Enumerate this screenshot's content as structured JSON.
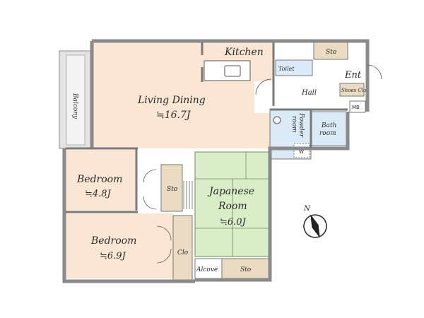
{
  "rooms": {
    "living": {
      "label": "Living Dining",
      "size": "≒16.7J"
    },
    "kitchen": {
      "label": "Kitchen"
    },
    "bedroom1": {
      "label": "Bedroom",
      "size": "≒4.8J"
    },
    "bedroom2": {
      "label": "Bedroom",
      "size": "≒6.9J"
    },
    "japanese": {
      "label_line1": "Japanese",
      "label_line2": "Room",
      "size": "≒6.0J"
    },
    "balcony": {
      "label": "Balcony"
    },
    "hall": {
      "label": "Hall"
    },
    "entrance": {
      "label": "Ent"
    },
    "toilet": {
      "label": "Toilet"
    },
    "powder": {
      "label_line1": "Powder",
      "label_line2": "room"
    },
    "bath": {
      "label_line1": "Bath",
      "label_line2": "room"
    },
    "alcove": {
      "label": "Alcove"
    }
  },
  "storage": {
    "sto_top": "Sto",
    "sto_mid": "Sto",
    "sto_bottom": "Sto",
    "clo": "Clo",
    "shoes_clo": "Shoes Clo",
    "mb": "MB",
    "w": "W"
  },
  "compass": {
    "label": "N"
  },
  "colors": {
    "living": "#fbe6d4",
    "japanese": "#d9edc8",
    "wet": "#dbeaf6",
    "storage": "#e9dcc3",
    "wall": "#8a8a8a",
    "balcony": "#dcdcdc"
  }
}
